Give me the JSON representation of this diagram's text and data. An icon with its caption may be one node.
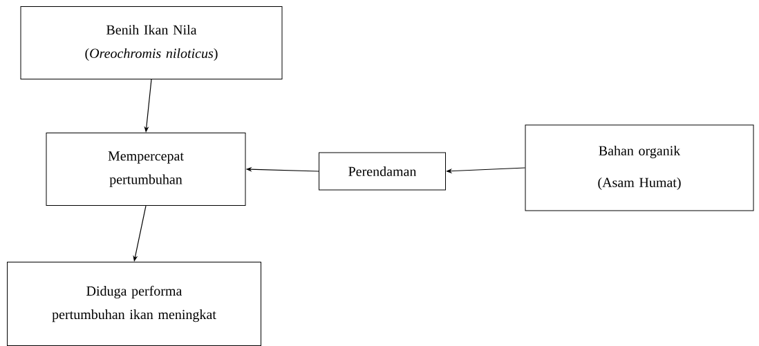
{
  "diagram": {
    "nodes": [
      {
        "text": [
          "Benih Ikan Nila (*Oreochromis niloticus*)"
        ]
      },
      {
        "text": [
          "Mempercepat pertumbuhan"
        ]
      },
      {
        "text": [
          "Perendaman"
        ]
      },
      {
        "text": [
          "Bahan organik (Asam Humat)"
        ]
      },
      {
        "text": [
          "Diduga performa pertumbuhan ikan meningkat"
        ]
      }
    ],
    "edges": [
      {
        "from": 0,
        "to": 1,
        "arrow": "to"
      },
      {
        "from": 1,
        "to": 4,
        "arrow": "to"
      },
      {
        "from": 3,
        "to": 2,
        "arrow": "to"
      },
      {
        "from": 2,
        "to": 1,
        "arrow": "to"
      }
    ]
  }
}
